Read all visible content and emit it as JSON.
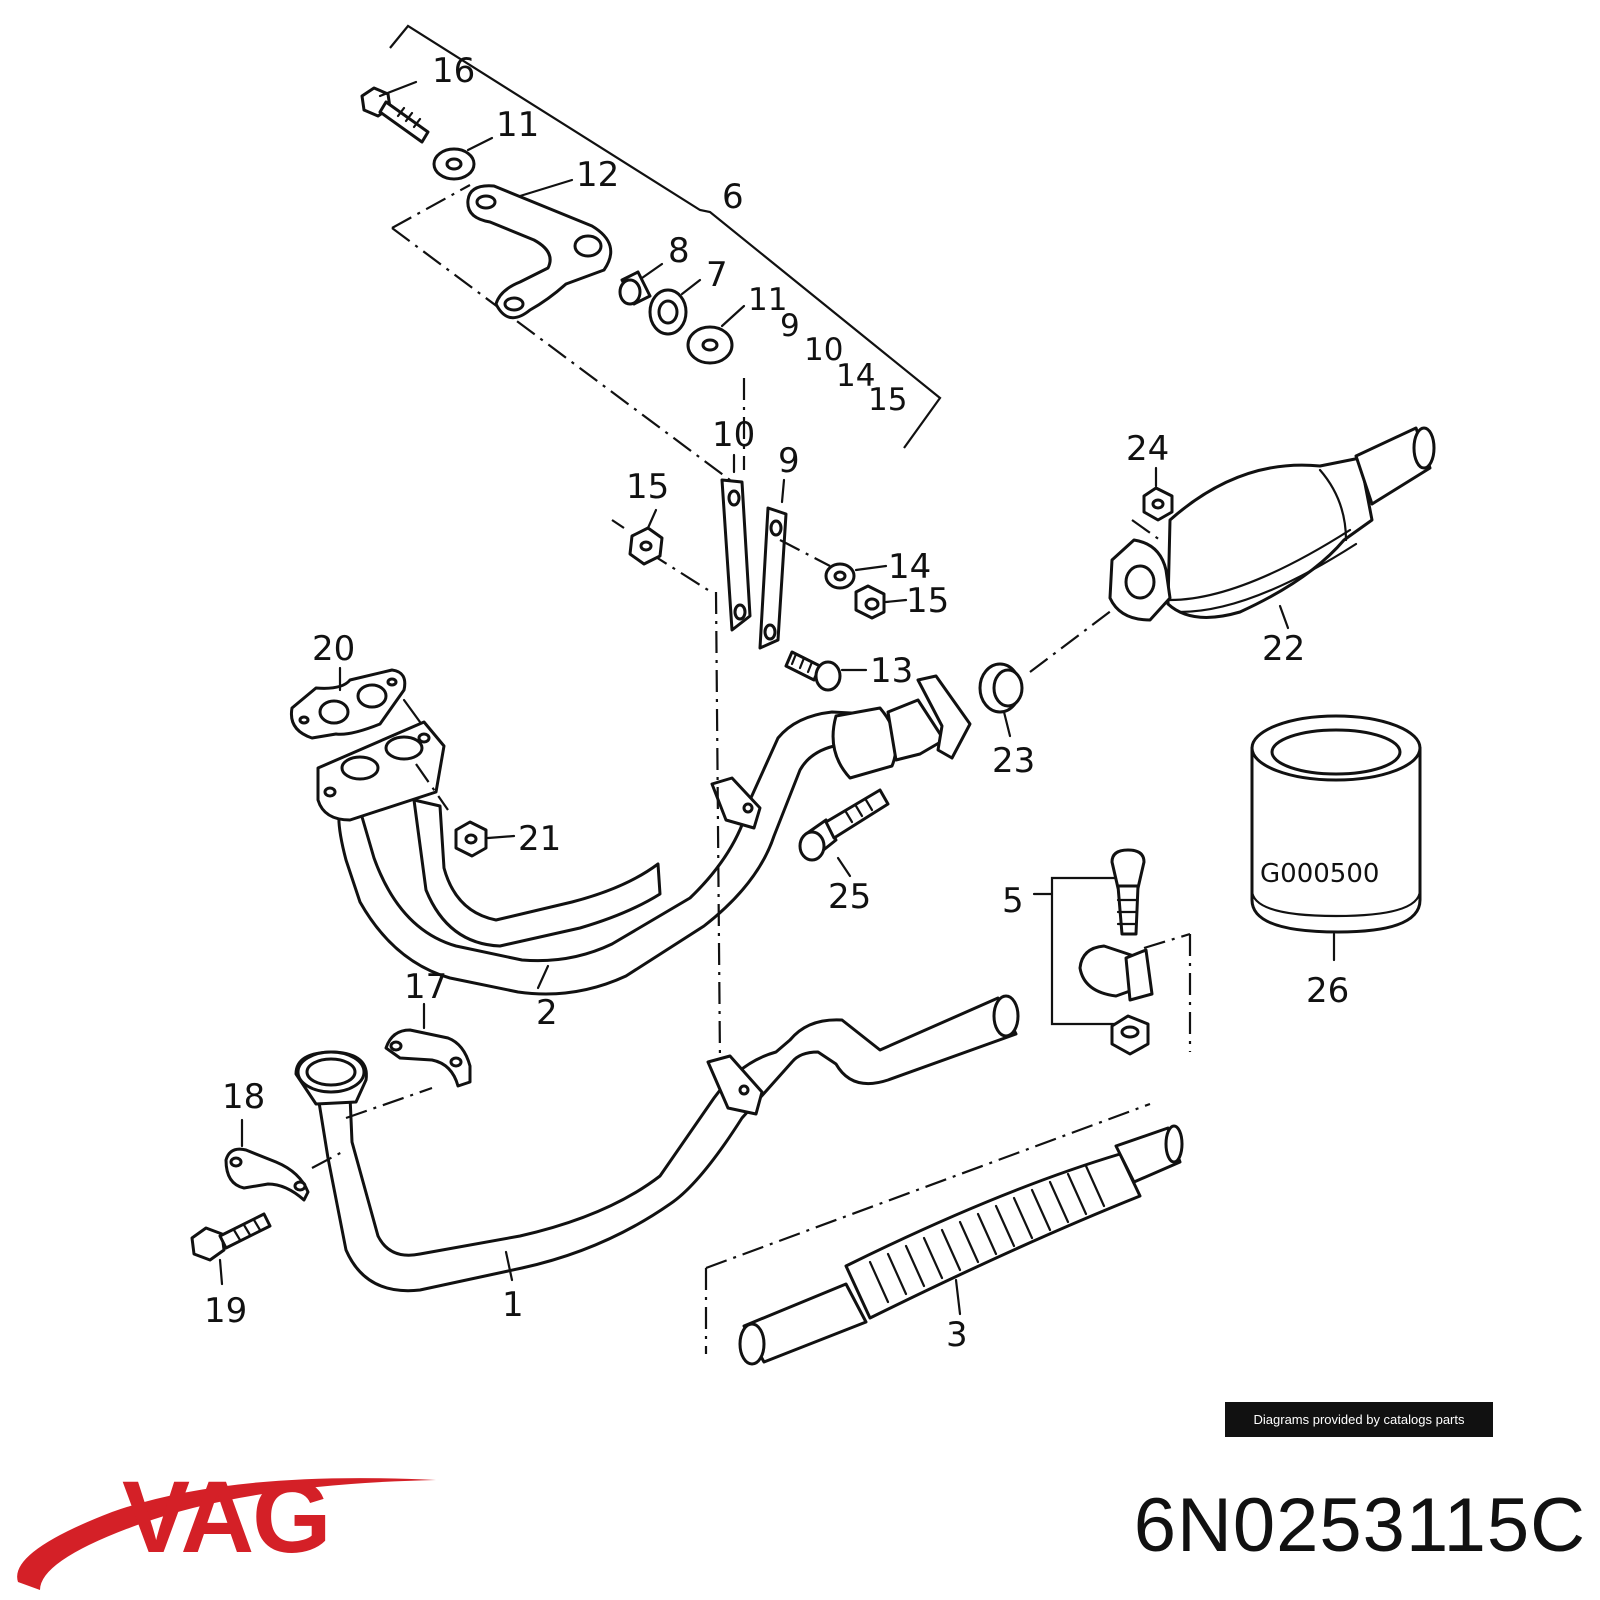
{
  "diagram": {
    "callouts": {
      "c1": "1",
      "c2": "2",
      "c3": "3",
      "c5": "5",
      "c6": "6",
      "c7": "7",
      "c8": "8",
      "c9a": "9",
      "c9b": "9",
      "c10a": "10",
      "c10b": "10",
      "c11a": "11",
      "c11b": "11",
      "c12": "12",
      "c13": "13",
      "c14a": "14",
      "c14b": "14",
      "c15a": "15",
      "c15b": "15",
      "c15c": "15",
      "c16": "16",
      "c17": "17",
      "c18": "18",
      "c19": "19",
      "c20": "20",
      "c21": "21",
      "c22": "22",
      "c23": "23",
      "c24": "24",
      "c25": "25",
      "c26": "26"
    },
    "can_label": "G000500"
  },
  "credit": "Diagrams provided by catalogs parts",
  "brand": {
    "name": "VAG",
    "color": "#d42027"
  },
  "part_number": "6N0253115C"
}
